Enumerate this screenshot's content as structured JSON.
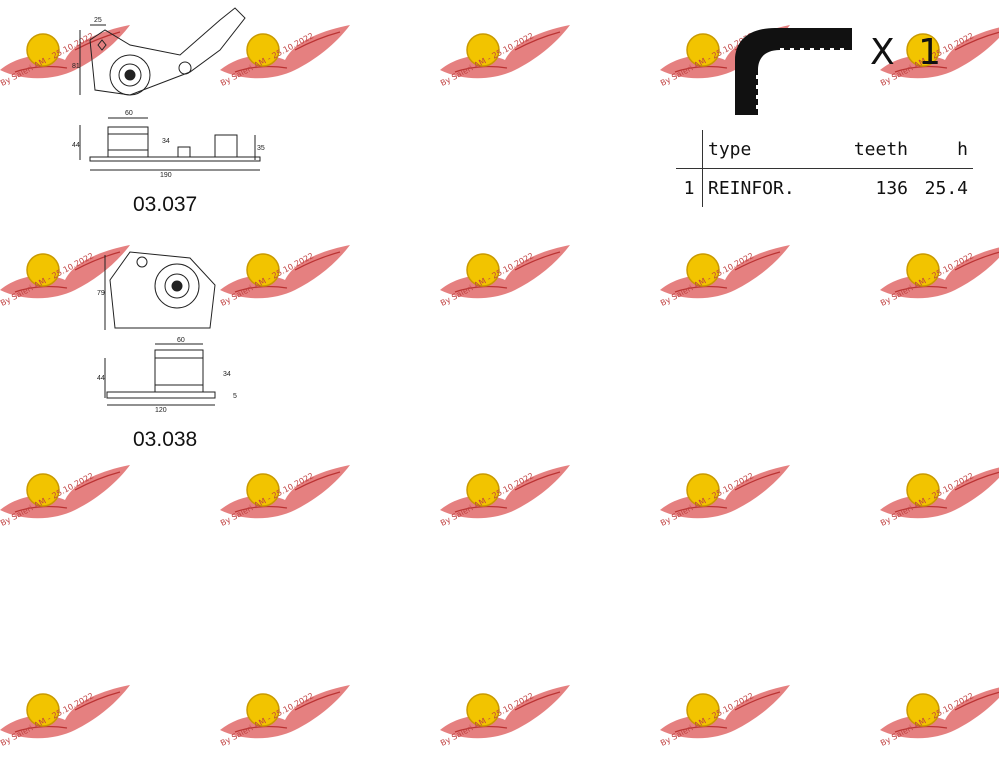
{
  "watermark": {
    "text": "By Saleri AM - 25.10.2022",
    "brand_colors": {
      "wing": "#e06a6a",
      "badge": "#f2c400"
    }
  },
  "parts": [
    {
      "code": "03.037"
    },
    {
      "code": "03.038"
    }
  ],
  "drawing_dims": {
    "part1": [
      "25",
      "81",
      "60",
      "44",
      "34",
      "35",
      "190"
    ],
    "part2": [
      "79",
      "60",
      "44",
      "34",
      "5",
      "120"
    ]
  },
  "belt": {
    "quantity": "X 1",
    "columns": [
      "type",
      "teeth",
      "h"
    ],
    "rows": [
      {
        "index": "1",
        "type": "REINFOR.",
        "teeth": "136",
        "h": "25.4"
      }
    ]
  }
}
